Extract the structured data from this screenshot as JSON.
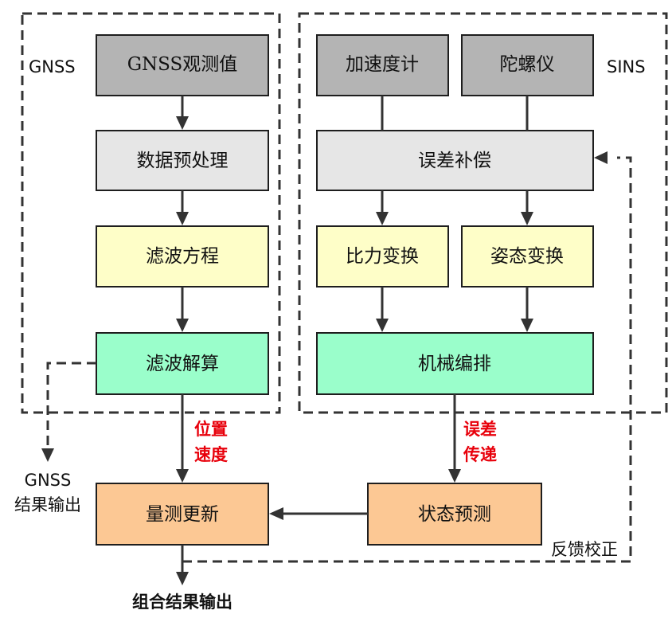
{
  "colors": {
    "gray": "#b4b4b4",
    "light": "#e6e6e6",
    "yellow": "#fefec8",
    "green": "#9afecb",
    "orange": "#fcc894"
  },
  "regions": {
    "gnss": "GNSS",
    "sins": "SINS"
  },
  "nodes": {
    "gnss_obs": "GNSS观测值",
    "preprocess": "数据预处理",
    "filter_eq": "滤波方程",
    "filter_solve": "滤波解算",
    "accelerometer": "加速度计",
    "gyroscope": "陀螺仪",
    "error_comp": "误差补偿",
    "force_transform": "比力变换",
    "attitude_transform": "姿态变换",
    "mechanization": "机械编排",
    "meas_update": "量测更新",
    "state_predict": "状态预测"
  },
  "labels": {
    "pos_line1": "位置",
    "pos_line2": "速度",
    "err_line1": "误差",
    "err_line2": "传递",
    "gnss_out_line1": "GNSS",
    "gnss_out_line2": "结果输出",
    "feedback": "反馈校正",
    "combined_out": "组合结果输出"
  }
}
